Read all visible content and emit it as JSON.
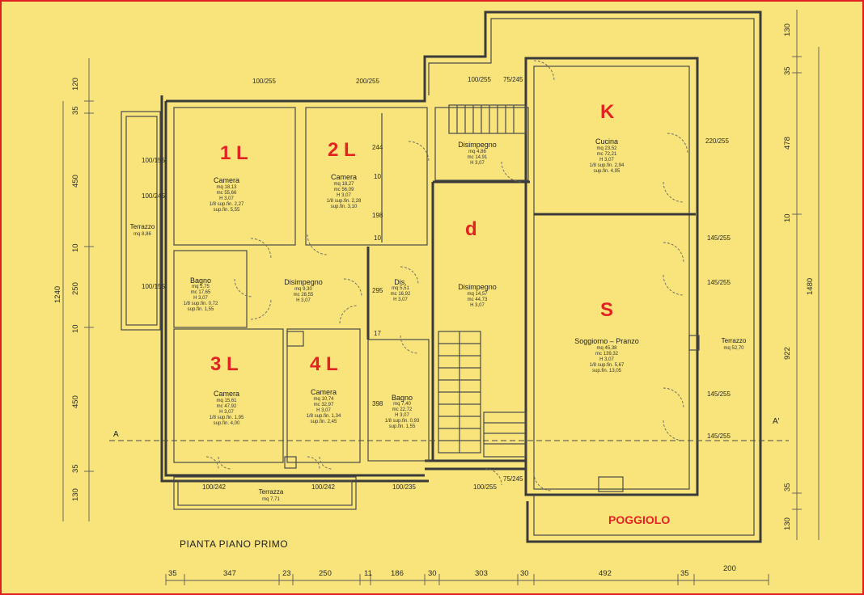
{
  "title": "PIANTA PIANO PRIMO",
  "tags": {
    "l1": "1 L",
    "l2": "2 L",
    "l3": "3 L",
    "l4": "4 L",
    "d": "d",
    "k": "K",
    "s": "S",
    "poggiolo": "POGGIOLO"
  },
  "rooms": {
    "camera1": {
      "name": "Camera",
      "stats": [
        "mq 18,13",
        "mc 55,66",
        "H 3,07",
        "1/8 sup.fin. 2,27",
        "sup.fin. 5,55"
      ]
    },
    "camera2": {
      "name": "Camera",
      "stats": [
        "mq 18,27",
        "mc 56,09",
        "H 3,07",
        "1/8 sup.fin. 2,28",
        "sup.fin. 3,10"
      ]
    },
    "disimpegno_top": {
      "name": "Disimpegno",
      "stats": [
        "mq 4,86",
        "mc 14,91",
        "H 3,07"
      ]
    },
    "cucina": {
      "name": "Cucina",
      "stats": [
        "mq 23,52",
        "mc 72,21",
        "H 3,07",
        "1/8 sup.fin. 2,94",
        "sup.fin. 4,95"
      ]
    },
    "terrazzo_left": {
      "name": "Terrazzo",
      "stats": [
        "mq 8,86"
      ]
    },
    "bagno1": {
      "name": "Bagno",
      "stats": [
        "mq 5,75",
        "mc 17,65",
        "H 3,07",
        "1/8 sup.fin. 0,72",
        "sup.fin. 1,55"
      ]
    },
    "disimpegno_mid": {
      "name": "Disimpegno",
      "stats": [
        "mq 9,30",
        "mc 28,55",
        "H 3,07"
      ]
    },
    "dis_small": {
      "name": "Dis.",
      "stats": [
        "mq 5,51",
        "mc 16,92",
        "H 3,07"
      ]
    },
    "disimpegno_d": {
      "name": "Disimpegno",
      "stats": [
        "mq 14,57",
        "mc 44,73",
        "H 3,07"
      ]
    },
    "soggiorno": {
      "name": "Soggiorno – Pranzo",
      "stats": [
        "mq 45,38",
        "mc 139,32",
        "H 3,07",
        "1/8 sup.fin. 5,67",
        "sup.fin. 13,05"
      ]
    },
    "terrazzo_right": {
      "name": "Terrazzo",
      "stats": [
        "mq 52,70"
      ]
    },
    "camera3": {
      "name": "Camera",
      "stats": [
        "mq 15,61",
        "mc 47,92",
        "H 3,07",
        "1/8 sup.fin. 1,95",
        "sup.fin. 4,00"
      ]
    },
    "camera4": {
      "name": "Camera",
      "stats": [
        "mq 10,74",
        "mc 32,97",
        "H 3,07",
        "1/8 sup.fin. 1,34",
        "sup.fin. 2,45"
      ]
    },
    "bagno2": {
      "name": "Bagno",
      "stats": [
        "mq 7,40",
        "mc 22,72",
        "H 3,07",
        "1/8 sup.fin. 0,93",
        "sup.fin. 1,55"
      ]
    },
    "terrazza_bottom": {
      "name": "Terrazza",
      "stats": [
        "mq 7,71"
      ]
    }
  },
  "section_marks": {
    "left": "A",
    "right": "A'"
  },
  "dims": {
    "bottom": [
      "35",
      "347",
      "23",
      "250",
      "11",
      "186",
      "30",
      "303",
      "30",
      "492",
      "35",
      "200"
    ],
    "left": [
      "120",
      "35",
      "450",
      "10",
      "250",
      "10",
      "450",
      "35",
      "130"
    ],
    "left_total": "1240",
    "right": [
      "130",
      "35",
      "478",
      "10",
      "922",
      "35",
      "130"
    ],
    "right_total": "1480",
    "openings": {
      "w1a": "100/155",
      "w1b": "100/245",
      "w1c": "100/155",
      "t1": "100/255",
      "t2": "200/255",
      "t3": "100/255",
      "kit": "75/245",
      "kit2": "220/255",
      "s1": "145/255",
      "s2": "145/255",
      "s3": "145/255",
      "s4": "145/255",
      "b1": "100/242",
      "b2": "100/242",
      "b3": "100/235",
      "b4": "100/255",
      "b5": "75/245"
    },
    "inner": {
      "a": "244",
      "b": "10",
      "c": "198",
      "d": "10",
      "e": "295",
      "f": "17",
      "g": "398"
    }
  }
}
